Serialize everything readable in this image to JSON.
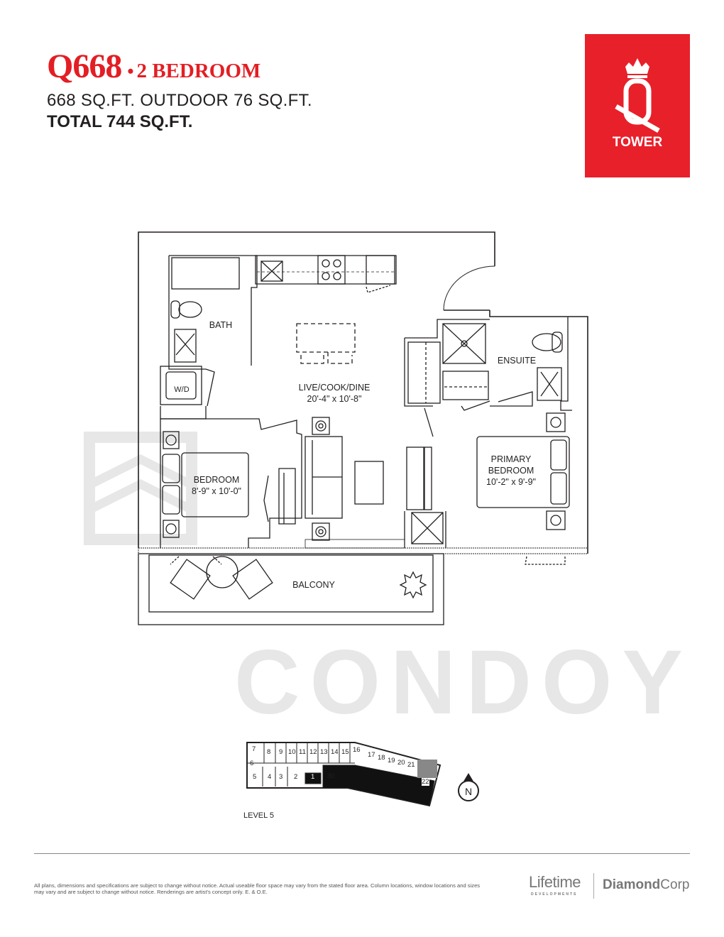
{
  "header": {
    "unit": "Q668",
    "separator": "•",
    "type": "2 BEDROOM",
    "area_line": "668 SQ.FT. OUTDOOR 76 SQ.FT.",
    "total_line": "TOTAL 744 SQ.FT."
  },
  "brand": {
    "name": "TOWER",
    "color": "#e8202a"
  },
  "watermark": "CONDOY",
  "rooms": {
    "bath": "BATH",
    "wd": "W/D",
    "live": "LIVE/COOK/DINE",
    "live_dim": "20'-4\" x 10'-8\"",
    "ensuite": "ENSUITE",
    "bedroom": "BEDROOM",
    "bedroom_dim": "8'-9\" x 10'-0\"",
    "primary": "PRIMARY",
    "primary2": "BEDROOM",
    "primary_dim": "10'-2\" x 9'-9\"",
    "balcony": "BALCONY"
  },
  "keyplan": {
    "level": "LEVEL 5",
    "units": [
      "7",
      "8",
      "9",
      "10",
      "11",
      "12",
      "13",
      "14",
      "15",
      "16",
      "17",
      "18",
      "19",
      "20",
      "21",
      "6",
      "5",
      "4",
      "3",
      "2",
      "1",
      "30",
      "22"
    ],
    "compass": "N"
  },
  "footer": {
    "disclaimer": "All plans, dimensions and specifications are subject to change without notice. Actual useable floor space may vary from the stated floor area. Column locations, window locations and sizes may vary and are subject to change without notice. Renderings are artist's concept only. E. & O.E.",
    "logo1": "Lifetime",
    "logo1_sub": "DEVELOPMENTS",
    "logo2a": "Diamond",
    "logo2b": "Corp"
  }
}
